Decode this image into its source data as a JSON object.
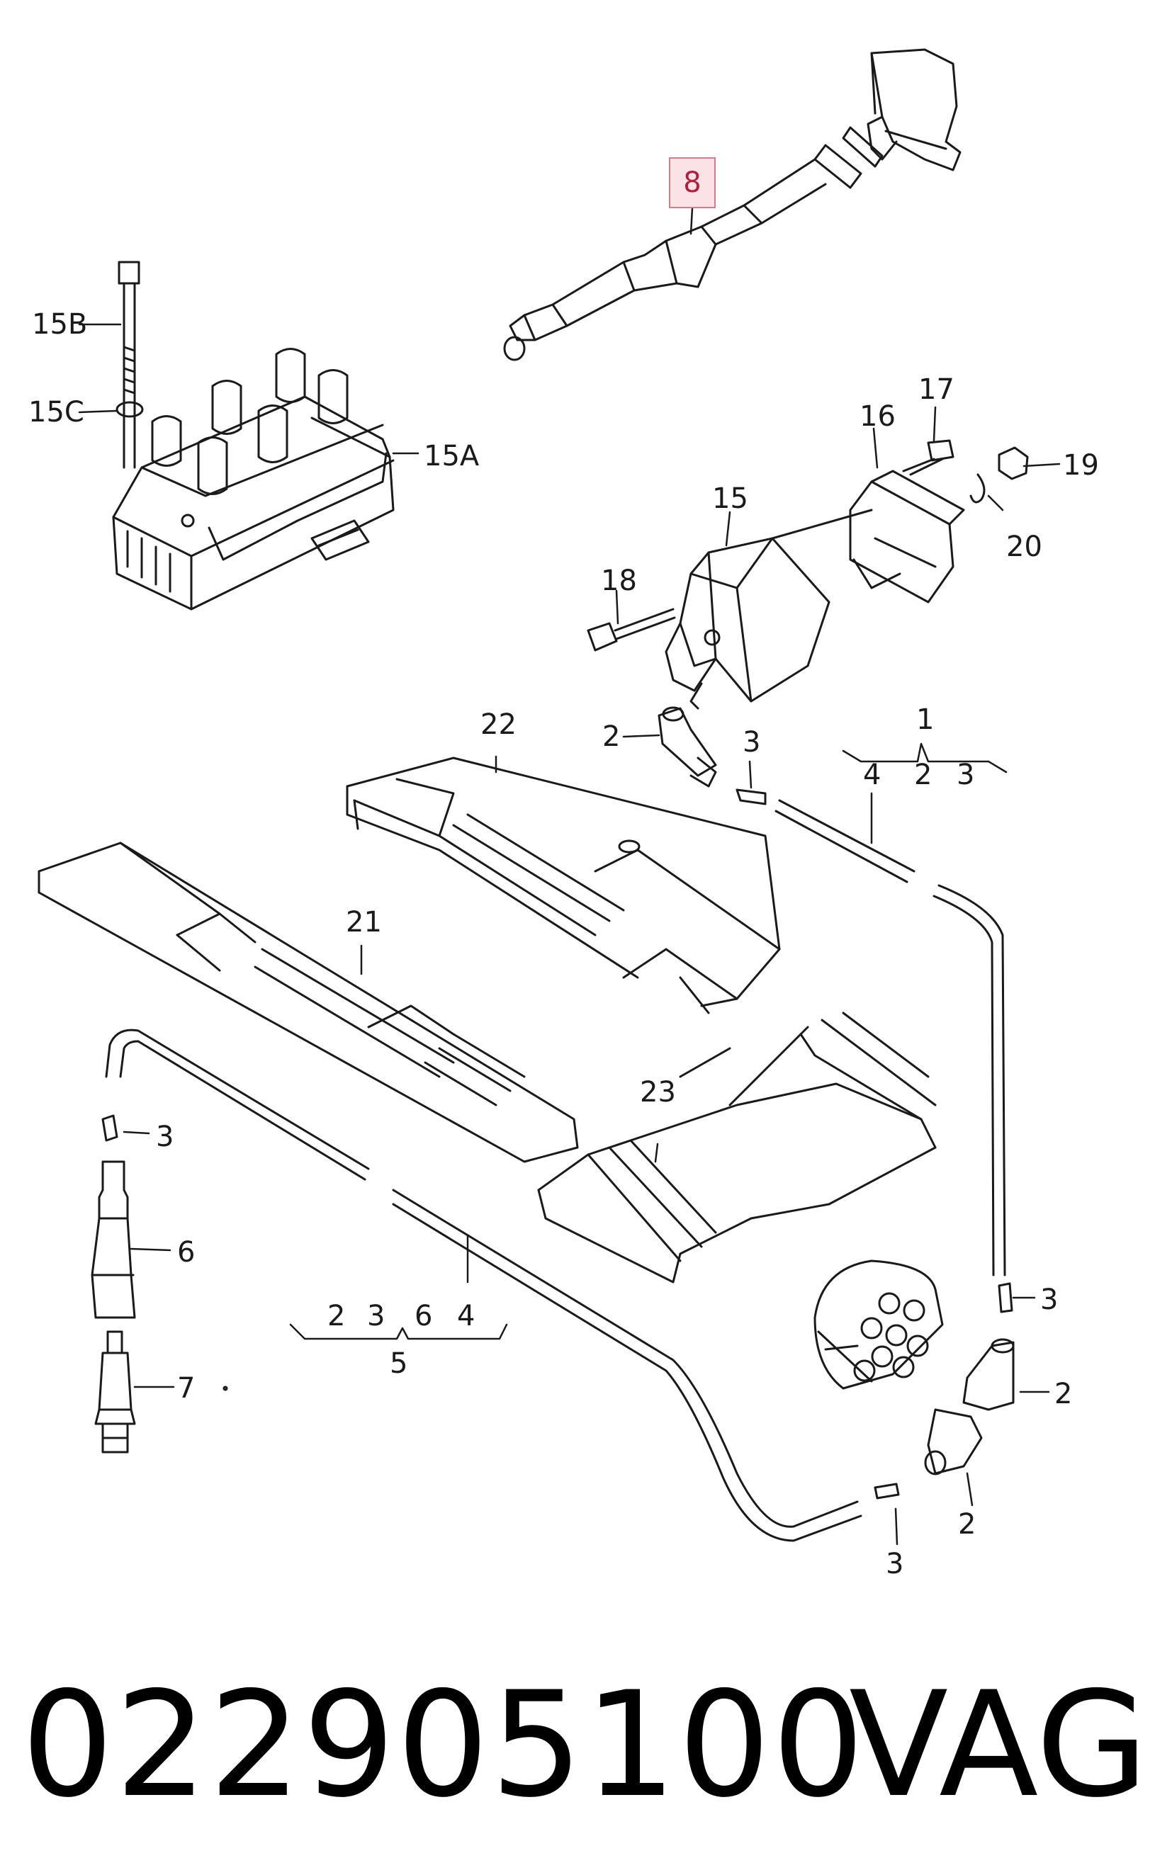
{
  "highlighted_part": "8",
  "callouts": {
    "c8": "8",
    "c15B": "15B",
    "c15C": "15C",
    "c15A": "15A",
    "c17": "17",
    "c16": "16",
    "c19": "19",
    "c15": "15",
    "c20": "20",
    "c18": "18",
    "c22": "22",
    "c2a": "2",
    "c3a": "3",
    "c1": "1",
    "c4a": "4",
    "c2b": "2",
    "c3b": "3",
    "c21": "21",
    "c23": "23",
    "c3c": "3",
    "c6": "6",
    "c7": "7",
    "c5": "5",
    "c2c": "2",
    "c3d": "3",
    "c6b": "6",
    "c4b": "4",
    "c3e": "3",
    "c2d": "2",
    "c2e": "2",
    "c3f": "3"
  },
  "footer": {
    "part_number": "022905100",
    "brand": "VAG"
  },
  "colors": {
    "highlight_border": "#d87a88",
    "highlight_fill": "#fbe2e6",
    "line": "#1a1a1a"
  }
}
